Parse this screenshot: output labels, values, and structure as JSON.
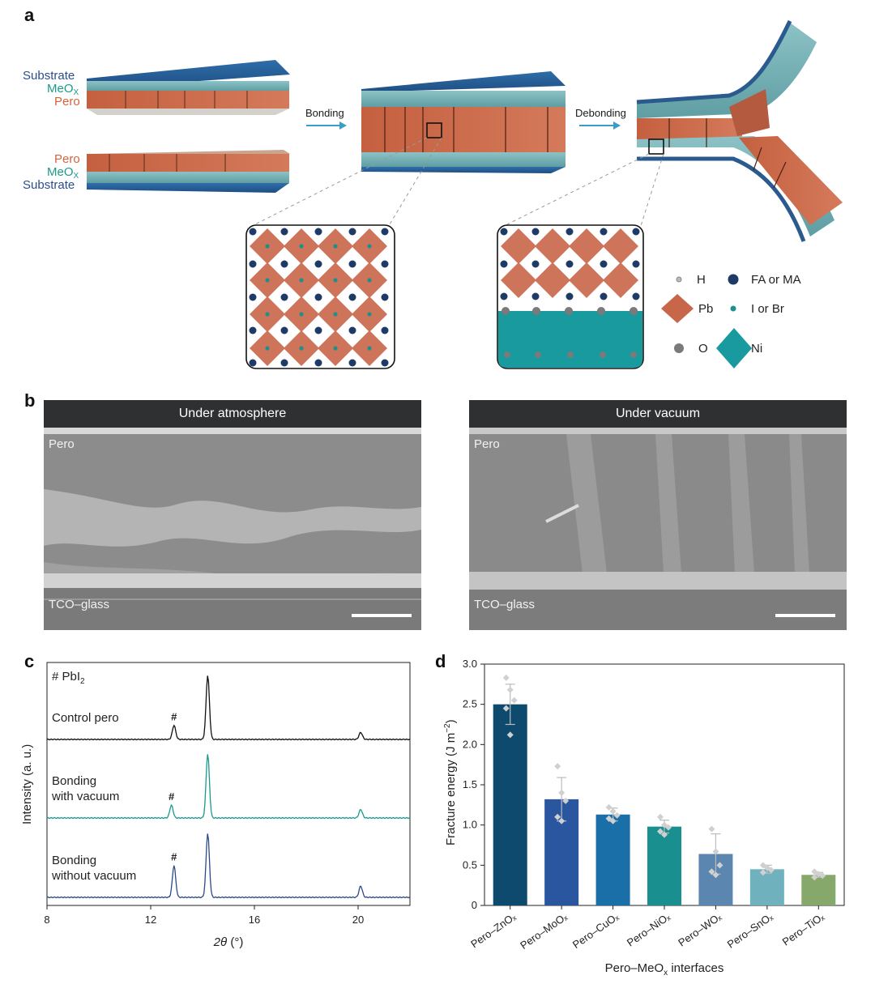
{
  "panels": {
    "a": "a",
    "b": "b",
    "c": "c",
    "d": "d"
  },
  "panel_a": {
    "left_top_stack": {
      "substrate": "Substrate",
      "meox_main": "MeO",
      "meox_sub": "X",
      "pero": "Pero"
    },
    "left_bottom_stack": {
      "pero": "Pero",
      "meox_main": "MeO",
      "meox_sub": "X",
      "substrate": "Substrate"
    },
    "arrow1_label": "Bonding",
    "arrow2_label": "Debonding",
    "legend": {
      "h": "H",
      "fa_ma": "FA or MA",
      "pb": "Pb",
      "i_br": "I or Br",
      "o": "O",
      "ni": "Ni"
    },
    "colors": {
      "perovskite": "#c8664a",
      "meox": "#6aa8ad",
      "substrate": "#2a5a8e",
      "nio": "#1a9aa0"
    }
  },
  "panel_b": {
    "left": {
      "header": "Under atmosphere",
      "top_label": "Pero",
      "bottom_label": "TCO–glass"
    },
    "right": {
      "header": "Under vacuum",
      "top_label": "Pero",
      "bottom_label": "TCO–glass"
    }
  },
  "chart_data": [
    {
      "type": "line",
      "panel": "c",
      "title": "",
      "xlabel_italic": "2θ",
      "xlabel_unit": " (°)",
      "ylabel": "Intensity (a. u.)",
      "xlim": [
        8,
        22
      ],
      "xticks": [
        8,
        12,
        16,
        20
      ],
      "legend_note": "# PbI",
      "legend_note_sub": "2",
      "series": [
        {
          "name": "Control pero",
          "color": "#111111",
          "peaks": [
            {
              "x": 12.9,
              "h": 0.2
            },
            {
              "x": 14.2,
              "h": 0.9
            },
            {
              "x": 20.1,
              "h": 0.1
            }
          ],
          "hash_at": 12.9
        },
        {
          "name": "Bonding with vacuum",
          "name_lines": [
            "Bonding",
            "with vacuum"
          ],
          "color": "#1a9a8e",
          "peaks": [
            {
              "x": 12.8,
              "h": 0.18
            },
            {
              "x": 14.2,
              "h": 0.9
            },
            {
              "x": 20.1,
              "h": 0.12
            }
          ],
          "hash_at": 12.8
        },
        {
          "name": "Bonding without vacuum",
          "name_lines": [
            "Bonding",
            "without vacuum"
          ],
          "color": "#2c4a8a",
          "peaks": [
            {
              "x": 12.9,
              "h": 0.45
            },
            {
              "x": 14.2,
              "h": 0.9
            },
            {
              "x": 20.1,
              "h": 0.16
            }
          ],
          "hash_at": 12.9
        }
      ]
    },
    {
      "type": "bar",
      "panel": "d",
      "title": "",
      "xlabel": "Pero–MeO",
      "xlabel_sub": "x",
      "xlabel_tail": " interfaces",
      "ylabel": "Fracture energy (J m",
      "ylabel_sup": "−2",
      "ylabel_tail": ")",
      "ylim": [
        0,
        3.0
      ],
      "yticks": [
        "0",
        "0.5",
        "1.0",
        "1.5",
        "2.0",
        "2.5",
        "3.0"
      ],
      "categories": [
        "Pero–ZnOₓ",
        "Pero–MoOₓ",
        "Pero–CuOₓ",
        "Pero–NiOₓ",
        "Pero–WOₓ",
        "Pero–SnOₓ",
        "Pero–TiOₓ"
      ],
      "values": [
        2.5,
        1.32,
        1.13,
        0.98,
        0.64,
        0.45,
        0.38
      ],
      "errors": [
        0.25,
        0.27,
        0.08,
        0.08,
        0.25,
        0.05,
        0.03
      ],
      "points": [
        [
          2.83,
          2.68,
          2.55,
          2.45,
          2.12
        ],
        [
          1.73,
          1.4,
          1.3,
          1.1,
          1.05
        ],
        [
          1.22,
          1.17,
          1.12,
          1.08,
          1.05
        ],
        [
          1.1,
          1.0,
          0.97,
          0.92,
          0.88
        ],
        [
          0.95,
          0.67,
          0.5,
          0.42,
          0.38
        ],
        [
          0.5,
          0.47,
          0.44,
          0.41
        ],
        [
          0.42,
          0.39,
          0.37,
          0.35
        ]
      ],
      "colors": [
        "#0d4a6e",
        "#2a56a0",
        "#1a6fa8",
        "#1a8f8f",
        "#5a86b0",
        "#6fb2bd",
        "#86a86a"
      ]
    }
  ]
}
